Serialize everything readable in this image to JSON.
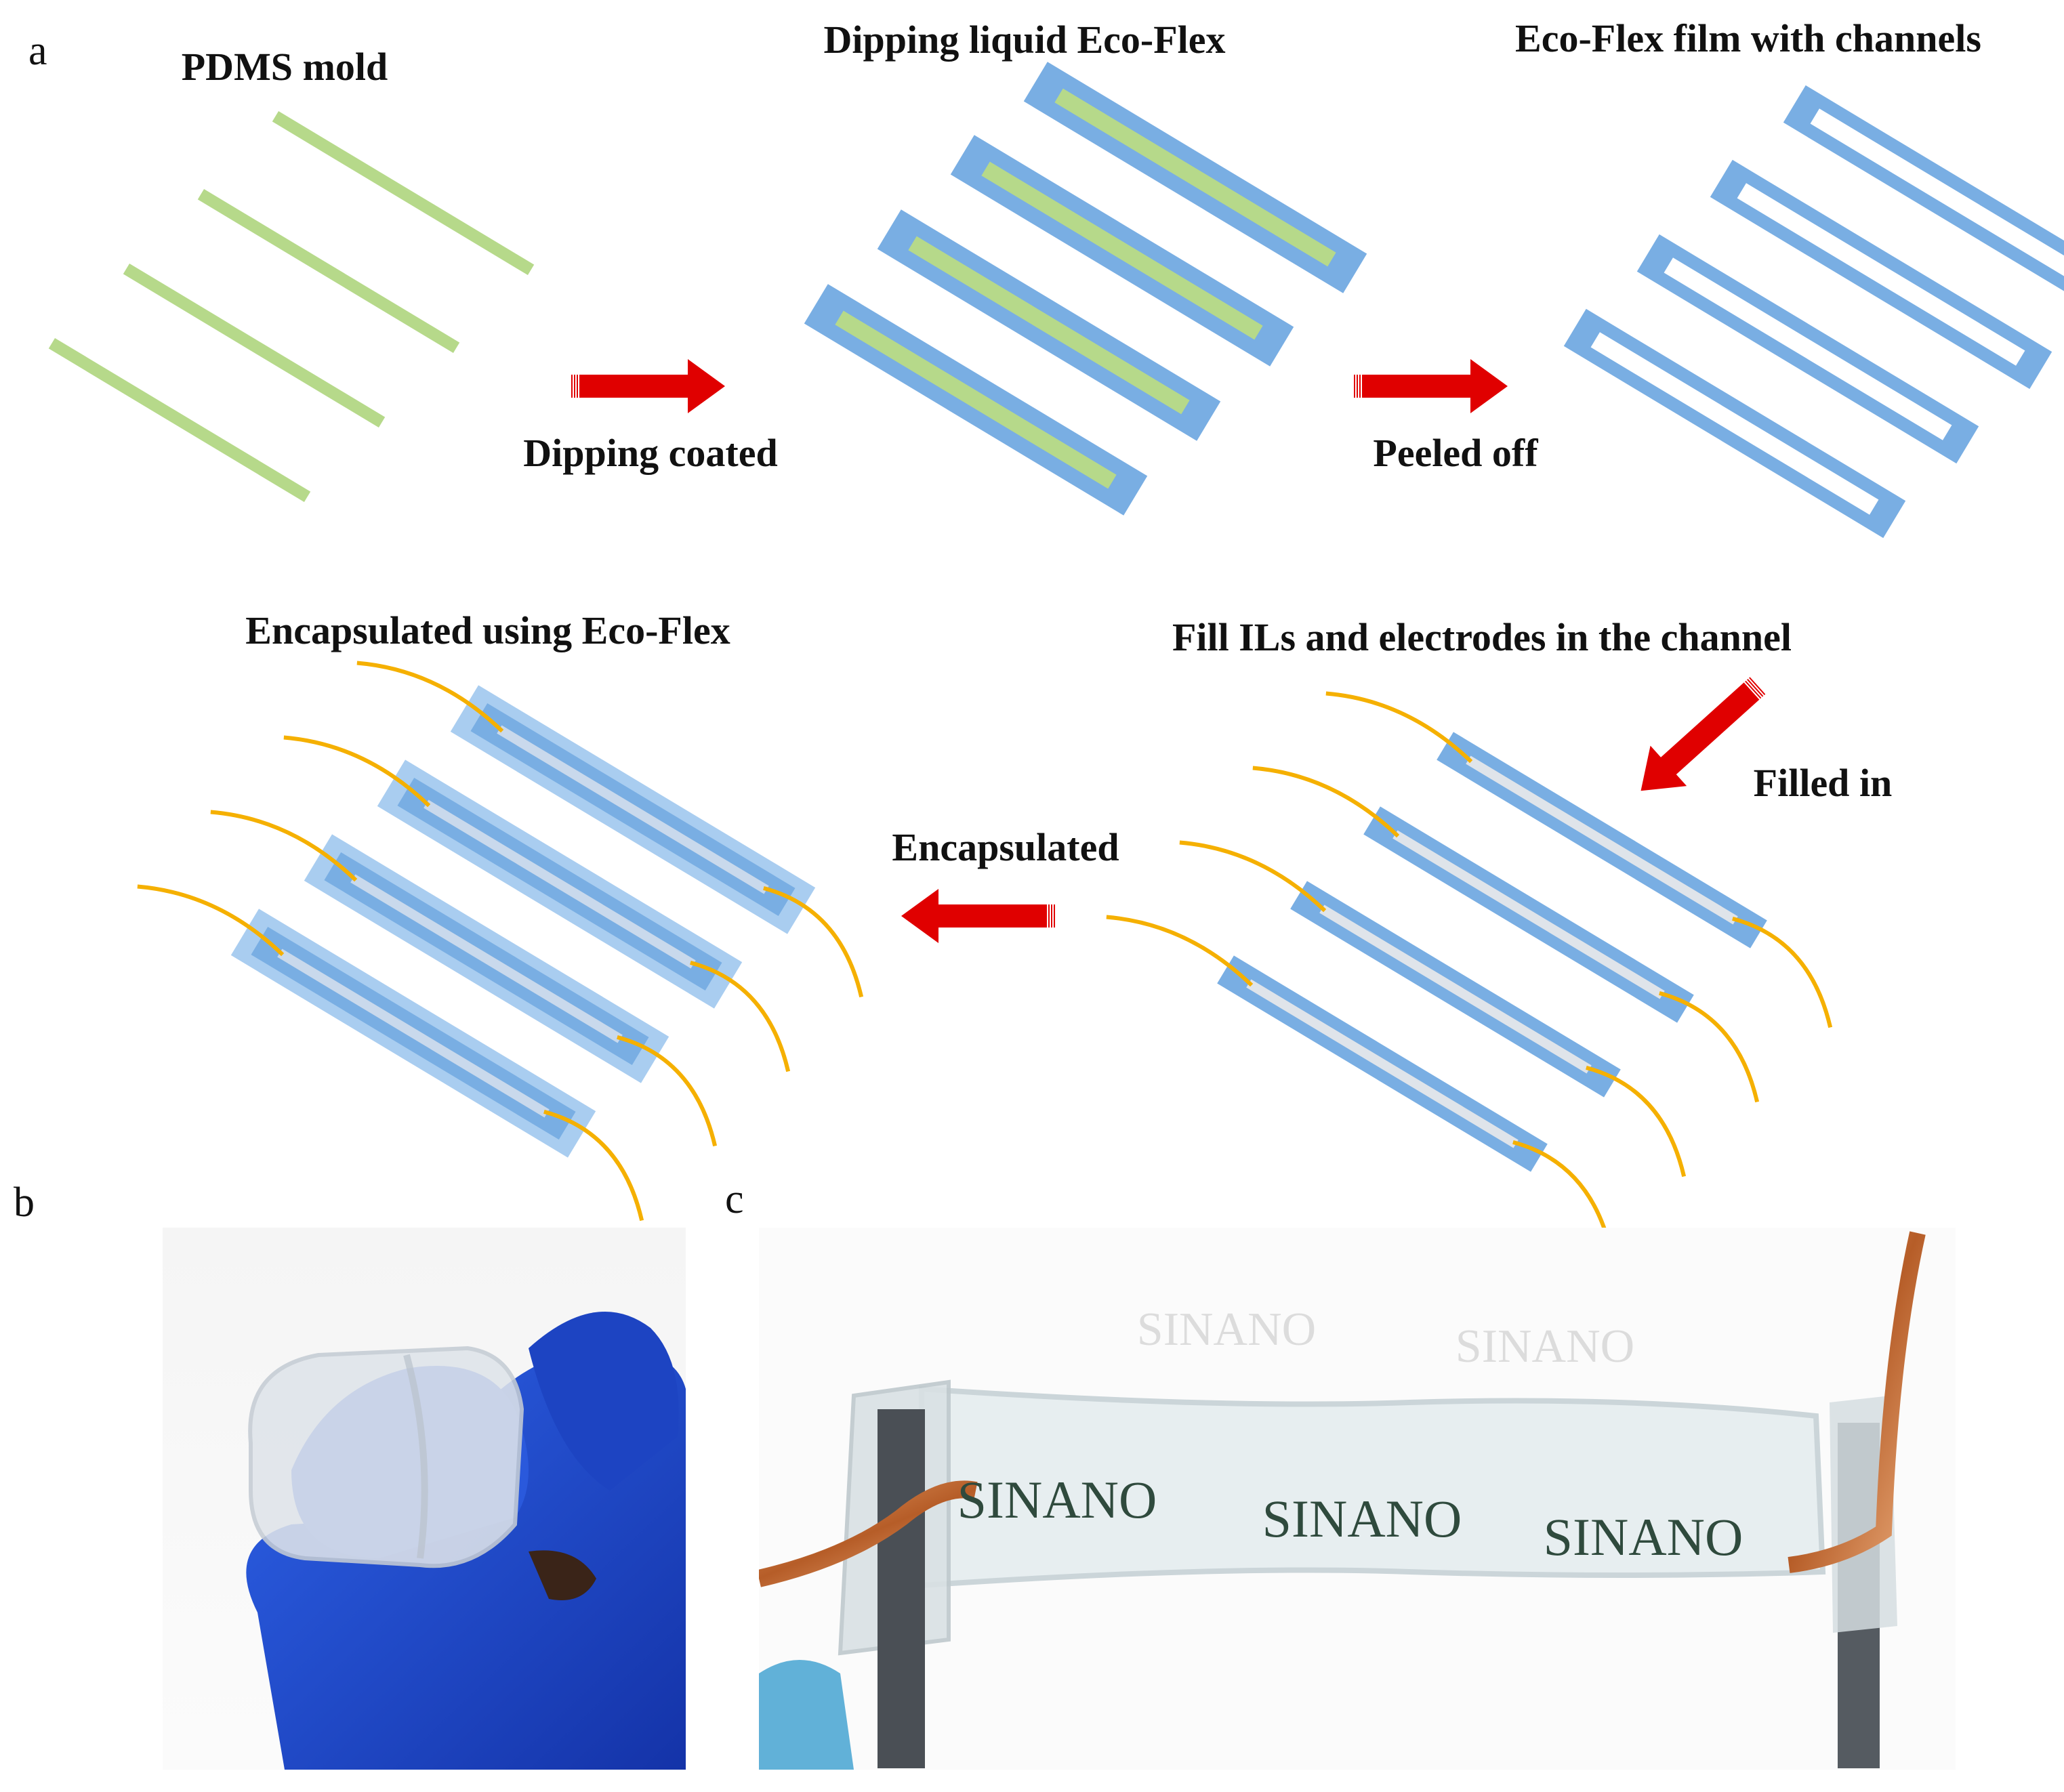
{
  "panels": {
    "a": "a",
    "b": "b",
    "c": "c"
  },
  "steps": {
    "pdms_mold": "PDMS mold",
    "dipping_liquid": "Dipping liquid Eco-Flex",
    "film_channels": "Eco-Flex film with channels",
    "fill": "Fill ILs and electrodes in the channel",
    "encapsulated_using": "Encapsulated using Eco-Flex"
  },
  "arrows": {
    "dipping_coated": "Dipping coated",
    "peeled_off": "Peeled off",
    "filled_in": "Filled  in",
    "encapsulated": "Encapsulated"
  },
  "photo_text": {
    "sinano": "SINANO"
  },
  "colors": {
    "mold_green": "#b6d98a",
    "ecoflex_blue": "#79aee3",
    "encap_blue": "#a9cdf0",
    "electrode_orange": "#f5b000",
    "arrow_red": "#e00000",
    "glove_blue": "#1f4fd6",
    "copper": "#c8723a"
  }
}
